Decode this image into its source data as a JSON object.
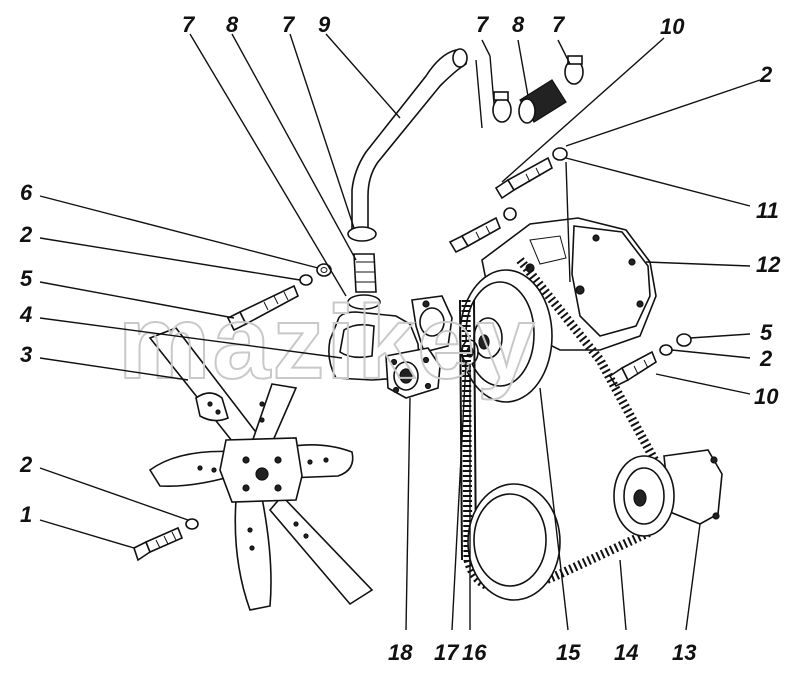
{
  "watermark": "mazikey",
  "callouts": [
    {
      "id": "c7a",
      "text": "7"
    },
    {
      "id": "c8a",
      "text": "8"
    },
    {
      "id": "c7b",
      "text": "7"
    },
    {
      "id": "c9",
      "text": "9"
    },
    {
      "id": "c7c",
      "text": "7"
    },
    {
      "id": "c8b",
      "text": "8"
    },
    {
      "id": "c7d",
      "text": "7"
    },
    {
      "id": "c10a",
      "text": "10"
    },
    {
      "id": "c2a",
      "text": "2"
    },
    {
      "id": "c11",
      "text": "11"
    },
    {
      "id": "c12",
      "text": "12"
    },
    {
      "id": "c6",
      "text": "6"
    },
    {
      "id": "c2b",
      "text": "2"
    },
    {
      "id": "c5a",
      "text": "5"
    },
    {
      "id": "c4",
      "text": "4"
    },
    {
      "id": "c3",
      "text": "3"
    },
    {
      "id": "c5b",
      "text": "5"
    },
    {
      "id": "c2c",
      "text": "2"
    },
    {
      "id": "c10b",
      "text": "10"
    },
    {
      "id": "c2d",
      "text": "2"
    },
    {
      "id": "c1",
      "text": "1"
    },
    {
      "id": "c18",
      "text": "18"
    },
    {
      "id": "c17",
      "text": "17"
    },
    {
      "id": "c16",
      "text": "16"
    },
    {
      "id": "c15",
      "text": "15"
    },
    {
      "id": "c14",
      "text": "14"
    },
    {
      "id": "c13",
      "text": "13"
    }
  ]
}
